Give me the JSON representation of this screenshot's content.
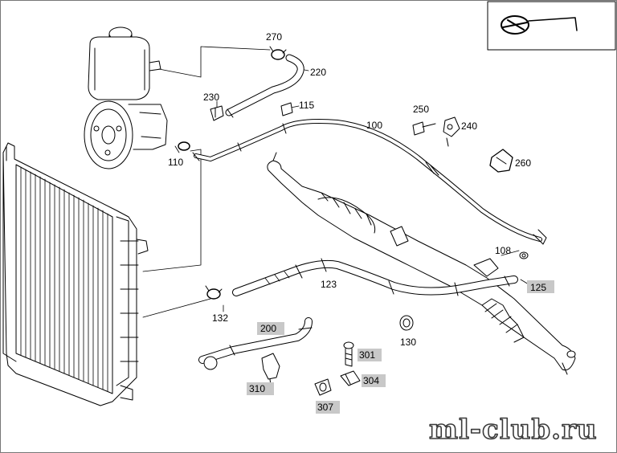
{
  "parts": [
    {
      "id": "p270",
      "number": "270",
      "tagged": false
    },
    {
      "id": "p220",
      "number": "220",
      "tagged": false
    },
    {
      "id": "p230",
      "number": "230",
      "tagged": false
    },
    {
      "id": "p115",
      "number": "115",
      "tagged": false
    },
    {
      "id": "p250",
      "number": "250",
      "tagged": false
    },
    {
      "id": "p100",
      "number": "100",
      "tagged": false
    },
    {
      "id": "p240",
      "number": "240",
      "tagged": false
    },
    {
      "id": "p110",
      "number": "110",
      "tagged": false
    },
    {
      "id": "p260",
      "number": "260",
      "tagged": false
    },
    {
      "id": "p108",
      "number": "108",
      "tagged": false
    },
    {
      "id": "p125",
      "number": "125",
      "tagged": true
    },
    {
      "id": "p123",
      "number": "123",
      "tagged": false
    },
    {
      "id": "p132",
      "number": "132",
      "tagged": false
    },
    {
      "id": "p200",
      "number": "200",
      "tagged": true
    },
    {
      "id": "p130",
      "number": "130",
      "tagged": false
    },
    {
      "id": "p301",
      "number": "301",
      "tagged": true
    },
    {
      "id": "p304",
      "number": "304",
      "tagged": true
    },
    {
      "id": "p310",
      "number": "310",
      "tagged": true
    },
    {
      "id": "p307",
      "number": "307",
      "tagged": true
    }
  ],
  "watermark": "ml-club.ru",
  "inset_icon": "steering-wheel-icon",
  "colors": {
    "line": "#000000",
    "tag": "#c8c8c8",
    "background": "#ffffff"
  }
}
